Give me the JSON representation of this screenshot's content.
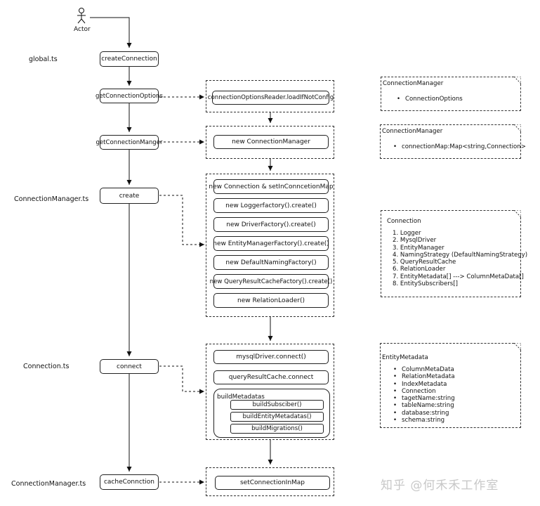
{
  "actor": {
    "label": "Actor"
  },
  "files": {
    "global": "global.ts",
    "conn_manager_1": "ConnectionManager.ts",
    "connection": "Connection.ts",
    "conn_manager_2": "ConnectionManager.ts"
  },
  "main": {
    "create_connection": "createConnection",
    "get_connection_options": "getConnectionOptions",
    "get_connection_manager": "getConnectionManger",
    "create": "create",
    "connect": "connect",
    "cache_connection": "cacheConnction"
  },
  "steps": {
    "options_reader": "connectionOptionsReader.loadIfNotConfig",
    "new_connection_manager": "new ConnectionManager",
    "create_group": [
      "new Connection & setInConncetionMap",
      "new Loggerfactory().create()",
      "new DriverFactory().create()",
      "new EntityManagerFactory().create()",
      "new DefaultNamingFactory()",
      "new QueryResultCacheFactory().create()",
      "new RelationLoader()"
    ],
    "connect_group": {
      "mysql": "mysqlDriver.connect()",
      "cache": "queryResultCache.connect",
      "build_title": "buildMetadatas",
      "build_items": [
        "buildSubsciber()",
        "buildEntityMetadatas()",
        "buildMigrations()"
      ]
    },
    "set_connection": "setConnectionInMap"
  },
  "notes": {
    "options": {
      "title": "ConnectionManager",
      "items": [
        "ConnectionOptions"
      ]
    },
    "manager": {
      "title": "ConnectionManager",
      "items": [
        "connectionMap:Map<string,Connection>"
      ]
    },
    "connection": {
      "title": "Connection",
      "items": [
        "1. Logger",
        "2. MysqlDriver",
        "3. EntityManager",
        "4. NamingStrategy (DefaultNamingStrategy)",
        "5. QueryResultCache",
        "6. RelationLoader",
        "7. EntityMetadata[] ---> ColumnMetaData[]",
        "8. EntitySubscribers[]"
      ]
    },
    "entity_metadata": {
      "title": "EntityMetadata",
      "items": [
        "ColumnMetaData",
        "RelationMetadata",
        "IndexMetadata",
        "Connection",
        "tagetName:string",
        "tableName:string",
        "database:string",
        "schema:string"
      ]
    }
  },
  "watermark": "知乎 @何禾禾工作室"
}
